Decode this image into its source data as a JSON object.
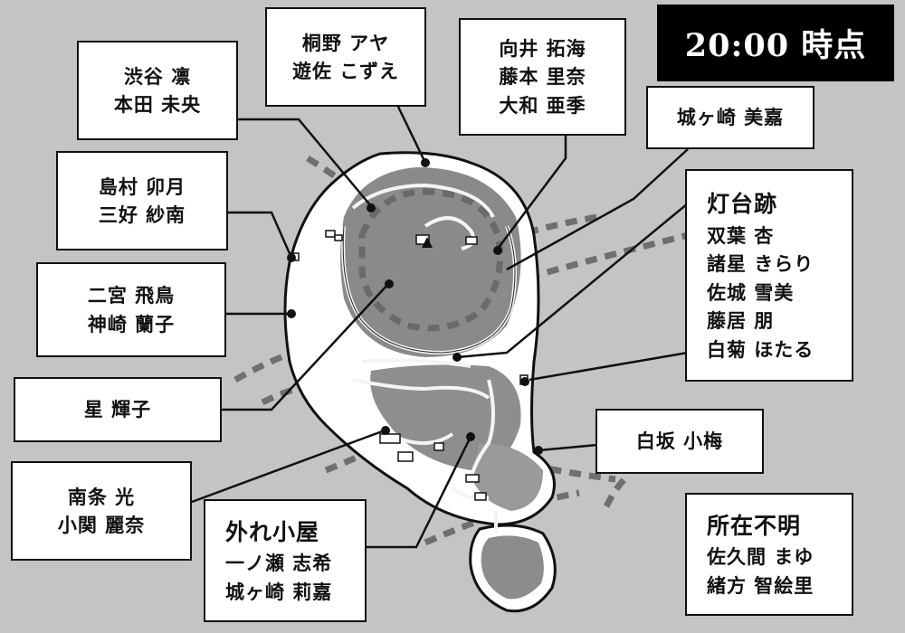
{
  "time_label": "20:00 時点",
  "labels": {
    "b1": [
      "渋谷 凛",
      "本田 未央"
    ],
    "b2": [
      "桐野 アヤ",
      "遊佐 こずえ"
    ],
    "b3": [
      "向井 拓海",
      "藤本 里奈",
      "大和 亜季"
    ],
    "b4": [
      "城ヶ崎 美嘉"
    ],
    "b5": [
      "島村 卯月",
      "三好 紗南"
    ],
    "b6": [
      "二宮 飛鳥",
      "神崎 蘭子"
    ],
    "b7": [
      "星 輝子"
    ],
    "b8": [
      "南条 光",
      "小関 麗奈"
    ],
    "b9": [
      "白坂 小梅"
    ]
  },
  "lighthouse": {
    "title": "灯台跡",
    "names": [
      "双葉 杏",
      "諸星 きらり",
      "佐城 雪美",
      "藤居 朋",
      "白菊 ほたる"
    ]
  },
  "hut": {
    "title": "外れ小屋",
    "names": [
      "一ノ瀬 志希",
      "城ヶ崎 莉嘉"
    ]
  },
  "unknown": {
    "title": "所在不明",
    "names": [
      "佐久間 まゆ",
      "緒方 智絵里"
    ]
  }
}
